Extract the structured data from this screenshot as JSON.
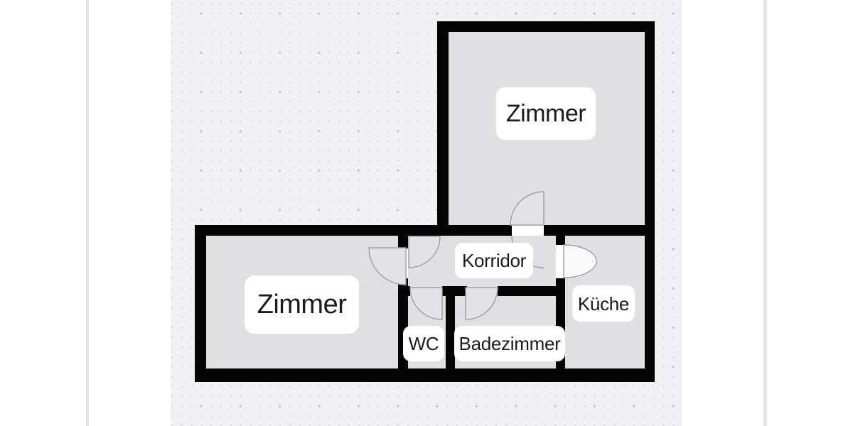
{
  "window": {
    "kind": "floorplan-editor-canvas",
    "side_divider_color": "#e4e4e8",
    "background": "#ffffff"
  },
  "canvas": {
    "background": "#f1f1f4",
    "dot_small_color": "#d6d9e2",
    "dot_big_color": "#c4c9d7"
  },
  "floorplan": {
    "wall_color": "#050505",
    "room_fill": "#e0e0e2",
    "door_stroke": "#9aa0a6",
    "doorway_fill": "#ffffff",
    "label_bg": "#ffffff",
    "label_text_color": "#1b1b1d",
    "rooms": [
      {
        "id": "zimmer-top-right",
        "label": "Zimmer"
      },
      {
        "id": "zimmer-left",
        "label": "Zimmer"
      },
      {
        "id": "korridor",
        "label": "Korridor"
      },
      {
        "id": "wc",
        "label": "WC"
      },
      {
        "id": "badezimmer",
        "label": "Badezimmer"
      },
      {
        "id": "kueche",
        "label": "Küche"
      }
    ]
  }
}
